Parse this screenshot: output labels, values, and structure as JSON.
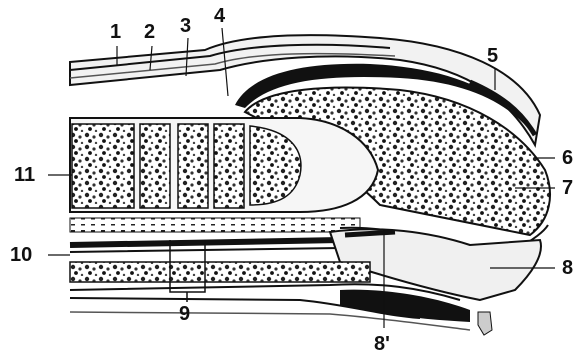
{
  "colors": {
    "ink": "#111111",
    "paper": "#ffffff",
    "tissue": "#e8e8e8",
    "shade": "#8a8a8a"
  },
  "labels": {
    "n1": "1",
    "n2": "2",
    "n3": "3",
    "n4": "4",
    "n5": "5",
    "n6": "6",
    "n7": "7",
    "n8": "8",
    "n8p": "8'",
    "n9": "9",
    "n10": "10",
    "n11": "11"
  }
}
